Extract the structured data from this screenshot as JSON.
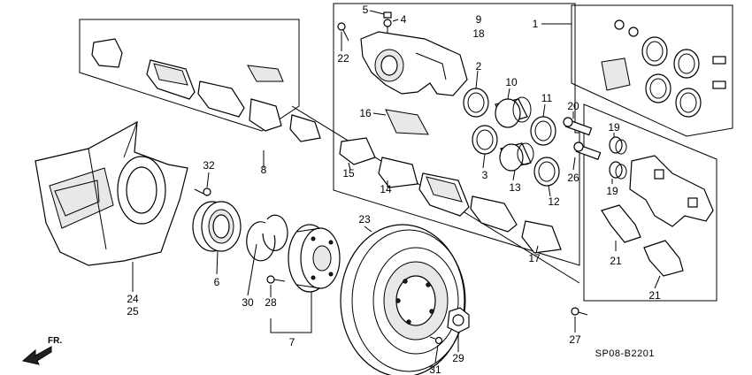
{
  "diagram_code": "SP08-B2201",
  "direction_label": "FR.",
  "callouts": {
    "c1": "1",
    "c2": "2",
    "c3": "3",
    "c4": "4",
    "c5": "5",
    "c6": "6",
    "c7": "7",
    "c8": "8",
    "c9": "9",
    "c18": "18",
    "c10": "10",
    "c11": "11",
    "c12": "12",
    "c13": "13",
    "c14": "14",
    "c15": "15",
    "c16": "16",
    "c17": "17",
    "c19a": "19",
    "c19b": "19",
    "c20": "20",
    "c21a": "21",
    "c21b": "21",
    "c22": "22",
    "c23": "23",
    "c24": "24",
    "c25": "25",
    "c26": "26",
    "c27": "27",
    "c28": "28",
    "c29": "29",
    "c30": "30",
    "c31": "31",
    "c32": "32"
  }
}
